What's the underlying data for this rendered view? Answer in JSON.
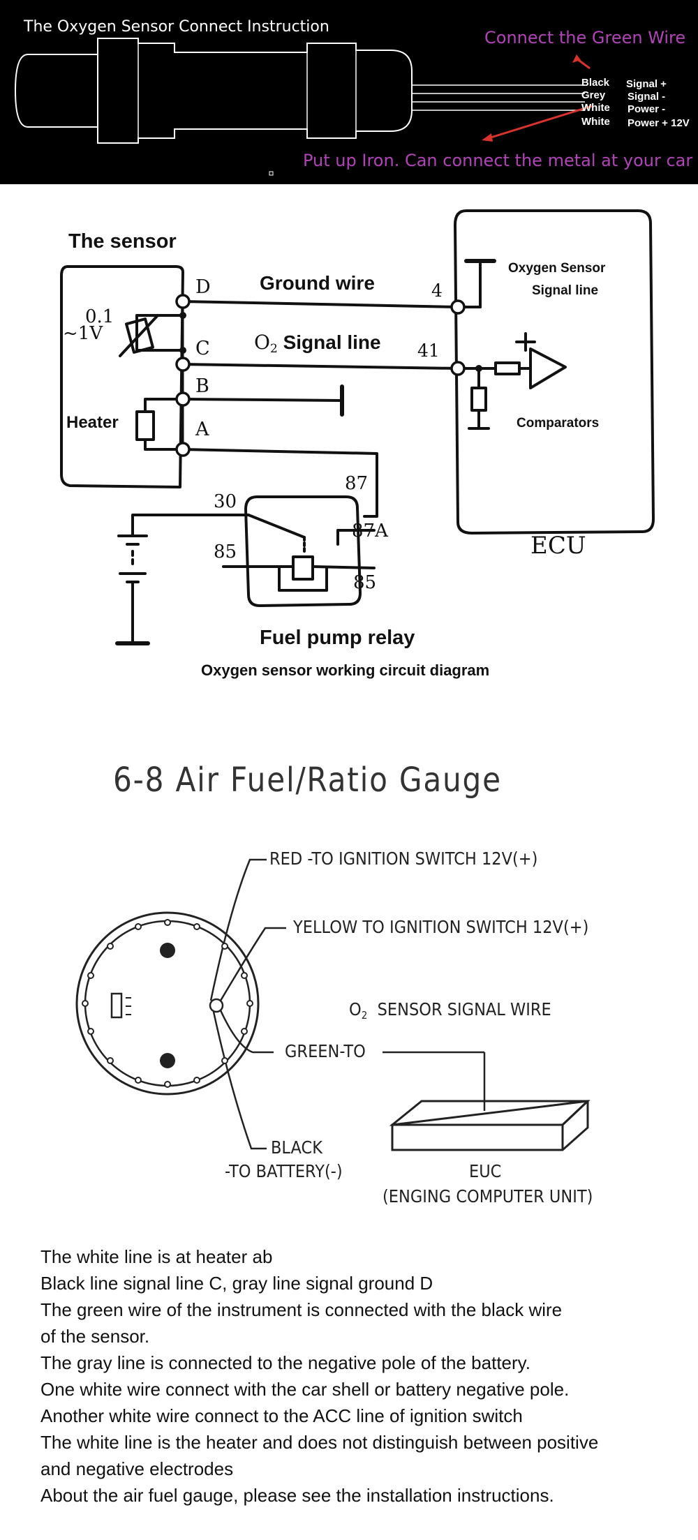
{
  "colors": {
    "accent_pink": "#b044b6",
    "arrow_red": "#d9332b",
    "panel_bg": "#000000",
    "ink": "#111111"
  },
  "connect": {
    "title": "The Oxygen Sensor Connect Instruction",
    "green_wire_note": "Connect the Green Wire",
    "iron_note": "Put up Iron. Can connect the metal at your car",
    "wires": [
      {
        "color": "Black",
        "signal": "Signal +"
      },
      {
        "color": "Grey",
        "signal": "Signal -"
      },
      {
        "color": "White",
        "signal": "Power -"
      },
      {
        "color": "White",
        "signal": "Power + 12V"
      }
    ]
  },
  "circuit": {
    "sensor_title": "The sensor",
    "ground_wire": "Ground wire",
    "o2_prefix": "O",
    "o2_sub": "2",
    "signal_line": "Signal line",
    "voltage_top": "0.1",
    "voltage_bottom": "~1V",
    "heater": "Heater",
    "pins": {
      "d": "D",
      "c": "C",
      "b": "B",
      "a": "A"
    },
    "ecu_pins": {
      "ground": "4",
      "signal": "41"
    },
    "ecu_o2_title": "Oxygen Sensor",
    "ecu_o2_sub": "Signal line",
    "comparators": "Comparators",
    "ecu": "ECU",
    "relay_pins": {
      "p30": "30",
      "p87": "87",
      "p87a": "87A",
      "p85": "85",
      "p85b": "85"
    },
    "relay_label": "Fuel pump relay",
    "caption": "Oxygen sensor working circuit diagram"
  },
  "gauge": {
    "heading": "6-8   Air Fuel/Ratio Gauge",
    "red": "RED -TO IGNITION SWITCH 12V(+)",
    "yellow": "YELLOW   TO IGNITION SWITCH 12V(+)",
    "o2_prefix": "O",
    "o2_sub": "2",
    "o2_signal": "SENSOR SIGNAL WIRE",
    "green": "GREEN-TO",
    "black": "BLACK",
    "battery": "-TO BATTERY(-)",
    "euc": "EUC",
    "euc_full": "(ENGING COMPUTER UNIT)"
  },
  "notes": [
    "The white line is at heater ab",
    "Black line signal line C, gray line signal ground D",
    "The green wire of the instrument is connected with the black wire",
    "of the sensor.",
    "The gray line is connected to the negative pole of the battery.",
    "One white wire connect with the car shell or battery negative pole.",
    "Another white wire connect to the ACC line of ignition switch",
    "The white line is the heater and does not distinguish between positive",
    "and negative electrodes",
    "About the air fuel gauge, please see the installation instructions."
  ]
}
